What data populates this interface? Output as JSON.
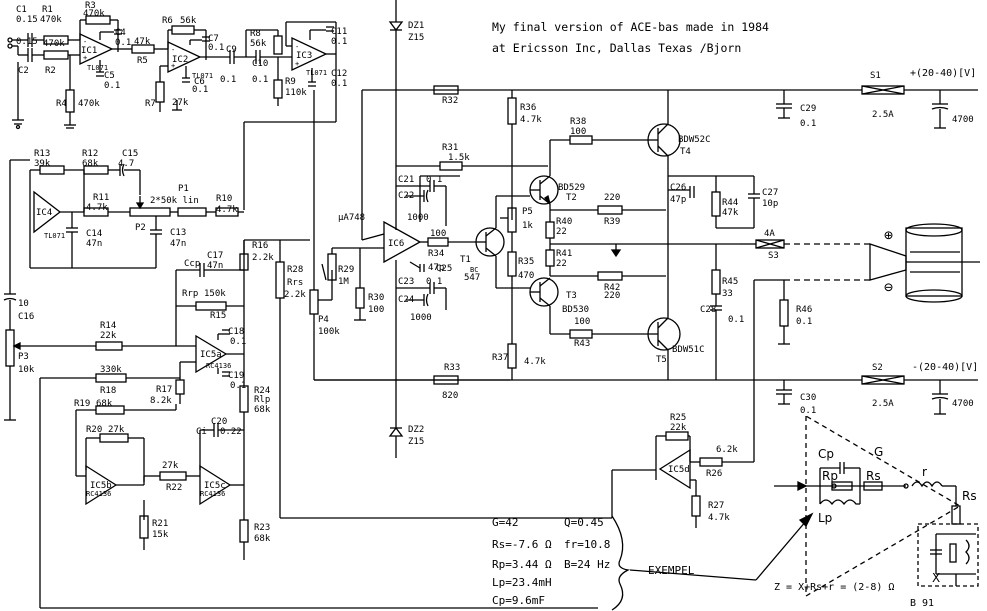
{
  "title": {
    "line1": "My final version of ACE-bas made in 1984",
    "line2": "at Ericsson Inc, Dallas Texas /Bjorn"
  },
  "components": {
    "C1": "C1",
    "C1_val": "0.15",
    "R1": "R1",
    "R1_val": "470k",
    "C2": "C2",
    "C2_val": "0.15",
    "R2": "R2",
    "R2_val": "470k",
    "R3": "R3",
    "R3_val": "470k",
    "C4": "C4",
    "C4_val": "0.1",
    "C5": "C5",
    "C5_val": "0.1",
    "R4": "R4",
    "R4_val": "470k",
    "IC1": "IC1",
    "IC1_type": "TL071",
    "R5": "R5",
    "R5_val": "47k",
    "R6": "R6",
    "R6_val": "56k",
    "C7": "C7",
    "C7_val": "0.1",
    "C6": "C6",
    "C6_val": "0.1",
    "R7": "R7",
    "R7_val": "27k",
    "IC2": "IC2",
    "IC2_type": "TL071",
    "C9": "C9",
    "C9_val": "0.1",
    "C10": "C10",
    "C10_val": "0.1",
    "R8": "R8",
    "R8_val": "56k",
    "R9": "R9",
    "R9_val": "110k",
    "IC3": "IC3",
    "IC3_type": "TL071",
    "C11": "C11",
    "C11_val": "0.1",
    "C12": "C12",
    "C12_val": "0.1",
    "R13": "R13",
    "R13_val": "39k",
    "R12": "R12",
    "R12_val": "68k",
    "C15": "C15",
    "C15_val": "4.7",
    "IC4": "IC4",
    "IC4_type": "TL071",
    "R11": "R11",
    "R11_val": "4.7k",
    "C14": "C14",
    "C14_val": "47n",
    "P1": "P1",
    "P1_val": "2*50k lin",
    "P2": "P2",
    "C13": "C13",
    "C13_val": "47n",
    "R10": "R10",
    "R10_val": "4.7k",
    "C16": "C16",
    "C16_val": "10",
    "P3": "P3",
    "P3_val": "10k",
    "R14": "R14",
    "R14_val": "22k",
    "R16": "R16",
    "R16_val": "2.2k",
    "Ccp": "Ccp",
    "C17": "C17",
    "C17_val": "47n",
    "Rrp": "Rrp",
    "Rrp_val": "150k",
    "R15": "R15",
    "C18": "C18",
    "C18_val": "0.1",
    "C19": "C19",
    "C19_val": "0.1",
    "IC5a": "IC5a",
    "IC5_type": "RC4136",
    "R17": "R17",
    "R17_val": "8.2k",
    "R18": "R18",
    "R18_val": "330k",
    "R24": "R24",
    "Rlp": "Rlp",
    "R24_val": "68k",
    "R19": "R19",
    "R19_val": "68k",
    "R20": "R20",
    "R20_val": "27k",
    "C20": "C20",
    "Ci": "Ci",
    "C20_val": "0.22",
    "IC5b": "IC5b",
    "IC5c": "IC5c",
    "R22": "R22",
    "R22_val": "27k",
    "R21": "R21",
    "R21_val": "15k",
    "R23": "R23",
    "R23_val": "68k",
    "R28": "R28",
    "Rrs": "Rrs",
    "R28_val": "2.2k",
    "R29": "R29",
    "R29_val": "1M",
    "P4": "P4",
    "P4_val": "100k",
    "R30": "R30",
    "R30_val": "100",
    "IC6": "IC6",
    "IC6_type": "µA748",
    "C21": "C21",
    "C21_val": "0.1",
    "C22": "C22",
    "C22_val": "1000",
    "R34": "R34",
    "R34_val": "100",
    "C25": "C25",
    "C25_val": "47p",
    "C23": "C23",
    "C23_val": "0.1",
    "C24": "C24",
    "C24_val": "1000",
    "DZ1": "DZ1",
    "DZ1_val": "Z15",
    "DZ2": "DZ2",
    "DZ2_val": "Z15",
    "R32": "R32",
    "R33": "R33",
    "R33_val": "820",
    "R31": "R31",
    "R31_val": "1.5k",
    "R36": "R36",
    "R36_val": "4.7k",
    "R37": "R37",
    "R37_val": "4.7k",
    "T1": "T1",
    "T1_type": "BC 547",
    "P5": "P5",
    "P5_val": "1k",
    "R35": "R35",
    "R35_val": "470",
    "T2": "T2",
    "T2_type": "BD529",
    "T3": "T3",
    "T3_type": "BD530",
    "R38": "R38",
    "R38_val": "100",
    "R40": "R40",
    "R40_val": "22",
    "R39": "R39",
    "R39_val": "220",
    "R41": "R41",
    "R41_val": "22",
    "R42": "R42",
    "R42_val": "220",
    "R43": "R43",
    "R43_val": "100",
    "T4": "T4",
    "T4_type": "BDW52C",
    "T5": "T5",
    "T5_type": "BDW51C",
    "C26": "C26",
    "C26_val": "47p",
    "R44": "R44",
    "R44_val": "47k",
    "C27": "C27",
    "C27_val": "10p",
    "R45": "R45",
    "R45_val": "33",
    "C28": "C28",
    "C28_val": "0.1",
    "R46": "R46",
    "R46_val": "0.1",
    "C29": "C29",
    "C29_val": "0.1",
    "C30": "C30",
    "C30_val": "0.1",
    "S1": "S1",
    "S1_val": "2.5A",
    "S2": "S2",
    "S2_val": "2.5A",
    "S3": "S3",
    "S3_val": "4A",
    "C_pos": "4700",
    "C_neg": "4700",
    "R25": "R25",
    "R25_val": "22k",
    "R26": "R26",
    "R26_val": "6.2k",
    "R27": "R27",
    "R27_val": "4.7k",
    "IC5d": "IC5d"
  },
  "supply": {
    "pos": "+(20-40)[V]",
    "neg": "-(20-40)[V]"
  },
  "speaker": {
    "plus": "⊕",
    "minus": "⊖"
  },
  "params": {
    "G": "G=42",
    "Q": "Q=0.45",
    "Rs": "Rs=-7.6 Ω",
    "fr": "fr=10.8",
    "Rp": "Rp=3.44 Ω",
    "B": "B=24 Hz",
    "Lp": "Lp=23.4mH",
    "Cp": "Cp=9.6mF"
  },
  "example": "EXEMPEL",
  "model": {
    "G": "G",
    "Cp": "Cp",
    "Rp": "Rp",
    "Rs": "Rs",
    "Lp": "Lp",
    "r": "r",
    "Rs2": "Rs",
    "X": "X",
    "formula": "Z = X+Rs+r = (2-8) Ω",
    "signature": "B  91"
  }
}
